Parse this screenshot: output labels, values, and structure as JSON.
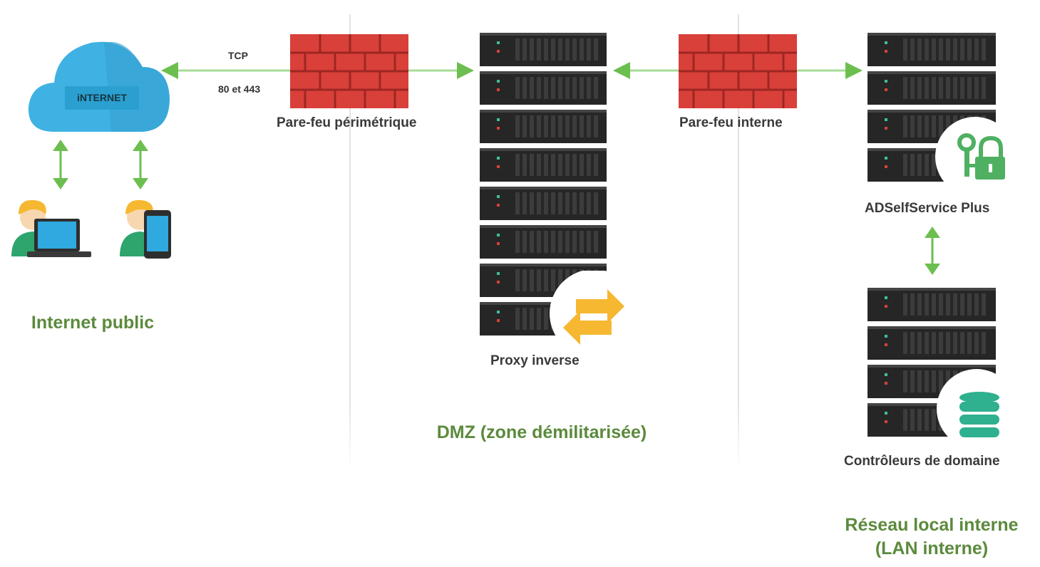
{
  "internet": {
    "cloud_label": "iNTERNET",
    "zone_title": "Internet public"
  },
  "connection": {
    "protocol": "TCP",
    "ports": "80 et 443"
  },
  "perimeter_firewall": {
    "label": "Pare-feu périmétrique"
  },
  "dmz": {
    "proxy_label": "Proxy inverse",
    "zone_title": "DMZ (zone démilitarisée)"
  },
  "internal_firewall": {
    "label": "Pare-feu interne"
  },
  "lan": {
    "app_label": "ADSelfService Plus",
    "dc_label": "Contrôleurs de domaine",
    "zone_title_line1": "Réseau local interne",
    "zone_title_line2": "(LAN interne)"
  },
  "colors": {
    "arrow": "#6cbf4f",
    "firewall": "#d9403a",
    "cloud": "#3fb2e3",
    "server": "#262626",
    "zone_text": "#5b8a3c",
    "sync_icon": "#f5b830",
    "lock_icon": "#4fb062",
    "database_icon": "#2fb08f"
  },
  "icons": [
    "cloud-icon",
    "laptop-user-icon",
    "mobile-user-icon",
    "firewall-icon",
    "server-rack-icon",
    "sync-arrows-icon",
    "key-lock-icon",
    "database-icon"
  ]
}
